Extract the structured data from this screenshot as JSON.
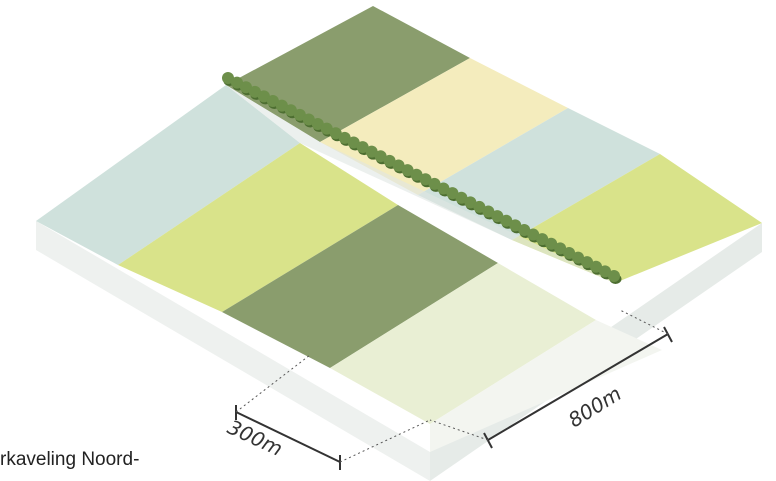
{
  "caption": "rkaveling Noord-",
  "dimensions": {
    "width_label": "300m",
    "length_label": "800m"
  },
  "colors": {
    "dark_green": "#8a9d6d",
    "pale_yellow": "#f4ecbd",
    "light_blue": "#cfe1dc",
    "lime": "#d9e38a",
    "pale_lime": "#e9efd4",
    "ghost": "#f3f5f0",
    "side_left": "#eef1ef",
    "side_right": "#e8ecea",
    "hedge": "#6d8f4a",
    "hedge_dark": "#4d6e31"
  },
  "icons": {
    "tree_row": "tree-row-icon"
  }
}
